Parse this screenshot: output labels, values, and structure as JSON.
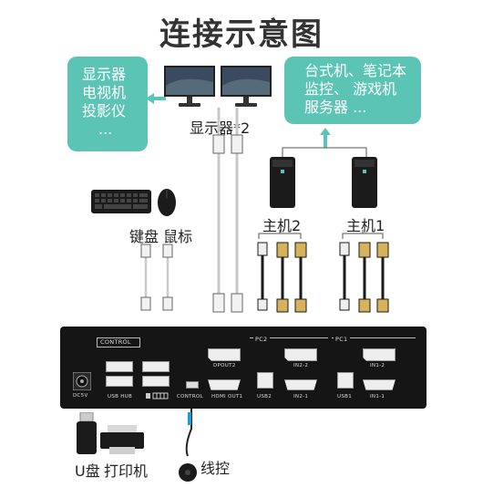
{
  "title": "连接示意图",
  "left_box": {
    "lines": [
      "显示器",
      "电视机",
      "投影仪",
      "..."
    ]
  },
  "right_box": {
    "lines": [
      "台式机、笔记本",
      "监控、   游戏机",
      "服务器     ..."
    ]
  },
  "labels": {
    "monitors": "显示器*2",
    "keyboard_mouse": "键盘 鼠标",
    "host2": "主机2",
    "host1": "主机1",
    "udisk": "U盘",
    "printer": "打印机",
    "wired_control": "线控"
  },
  "device": {
    "control_label": "CONTROL",
    "pc2_label": "PC2",
    "pc1_label": "PC1",
    "ports": {
      "dcv": "DC5V",
      "usb_hub": "USB HUB",
      "control": "CONTROL",
      "dp_out2": "DPOUT2",
      "hdmi_out1": "HDMI OUT1",
      "usb2": "USB2",
      "in2_2": "IN2-2",
      "in2_1": "IN2-1",
      "usb1": "USB1",
      "in1_2": "IN1-2",
      "in1_1": "IN1-1"
    }
  },
  "colors": {
    "teal": "#5bc4b5",
    "device": "#151515",
    "arrow": "#5bc4b5"
  }
}
